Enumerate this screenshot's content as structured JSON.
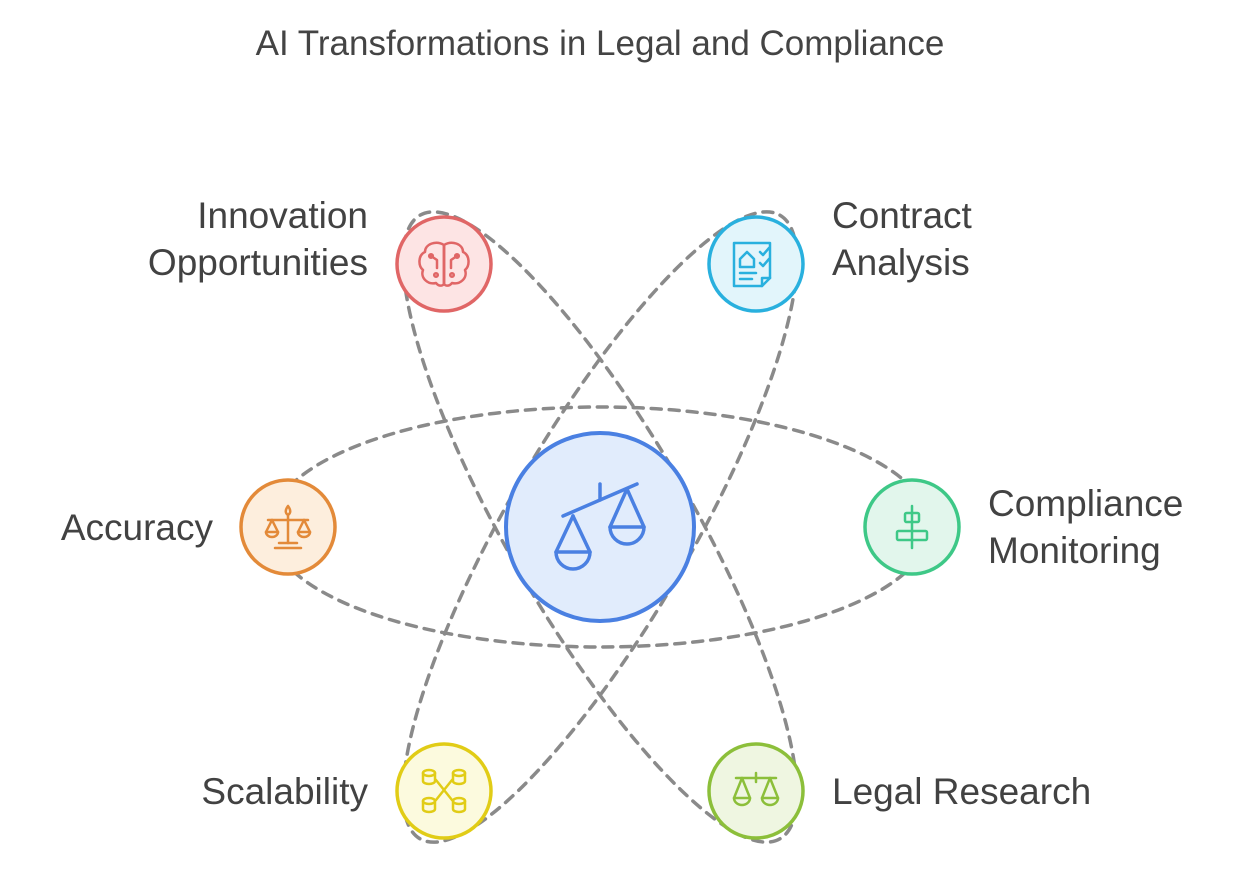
{
  "title": "AI Transformations in Legal and Compliance",
  "center": {
    "icon": "scales-icon",
    "fill": "#e1ecfc",
    "stroke": "#4a80e2"
  },
  "nodes": [
    {
      "id": "innovation",
      "label_lines": [
        "Innovation",
        "Opportunities"
      ],
      "icon": "brain-icon",
      "fill": "#fde4e4",
      "stroke": "#e06666"
    },
    {
      "id": "contract",
      "label_lines": [
        "Contract",
        "Analysis"
      ],
      "icon": "document-check-icon",
      "fill": "#e2f5fb",
      "stroke": "#29b0de"
    },
    {
      "id": "accuracy",
      "label_lines": [
        "Accuracy"
      ],
      "icon": "balance-scale-icon",
      "fill": "#fdeedd",
      "stroke": "#e38a39"
    },
    {
      "id": "compliance",
      "label_lines": [
        "Compliance",
        "Monitoring"
      ],
      "icon": "align-center-icon",
      "fill": "#e2f6ec",
      "stroke": "#3ec887"
    },
    {
      "id": "scalability",
      "label_lines": [
        "Scalability"
      ],
      "icon": "network-nodes-icon",
      "fill": "#fcfade",
      "stroke": "#e1cc16"
    },
    {
      "id": "legal",
      "label_lines": [
        "Legal Research"
      ],
      "icon": "scales-icon",
      "fill": "#eff6e1",
      "stroke": "#8cbf3a"
    }
  ],
  "orbit_color": "#8a8a8a"
}
